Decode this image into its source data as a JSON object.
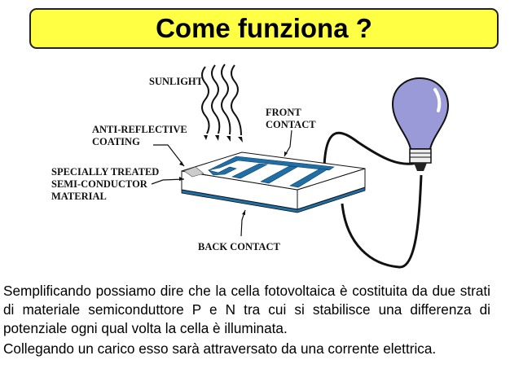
{
  "title": "Come funziona ?",
  "diagram": {
    "labels": {
      "sunlight": "SUNLIGHT",
      "front_contact_1": "FRONT",
      "front_contact_2": "CONTACT",
      "anti_reflective_1": "ANTI-REFLECTIVE",
      "anti_reflective_2": "COATING",
      "semiconductor_1": "SPECIALLY TREATED",
      "semiconductor_2": "SEMI-CONDUCTOR",
      "semiconductor_3": "MATERIAL",
      "back_contact": "BACK CONTACT"
    },
    "colors": {
      "contact_blue": "#1f6fa6",
      "bulb": "#9a9ad8",
      "title_bg": "#ffff44"
    }
  },
  "body": {
    "paragraph1": "Semplificando possiamo dire che la cella fotovoltaica è costituita da due strati di materiale semiconduttore P e N tra cui si stabilisce una differenza di potenziale ogni qual volta la cella è illuminata.",
    "paragraph2": "Collegando un carico esso sarà attraversato da una corrente elettrica."
  }
}
